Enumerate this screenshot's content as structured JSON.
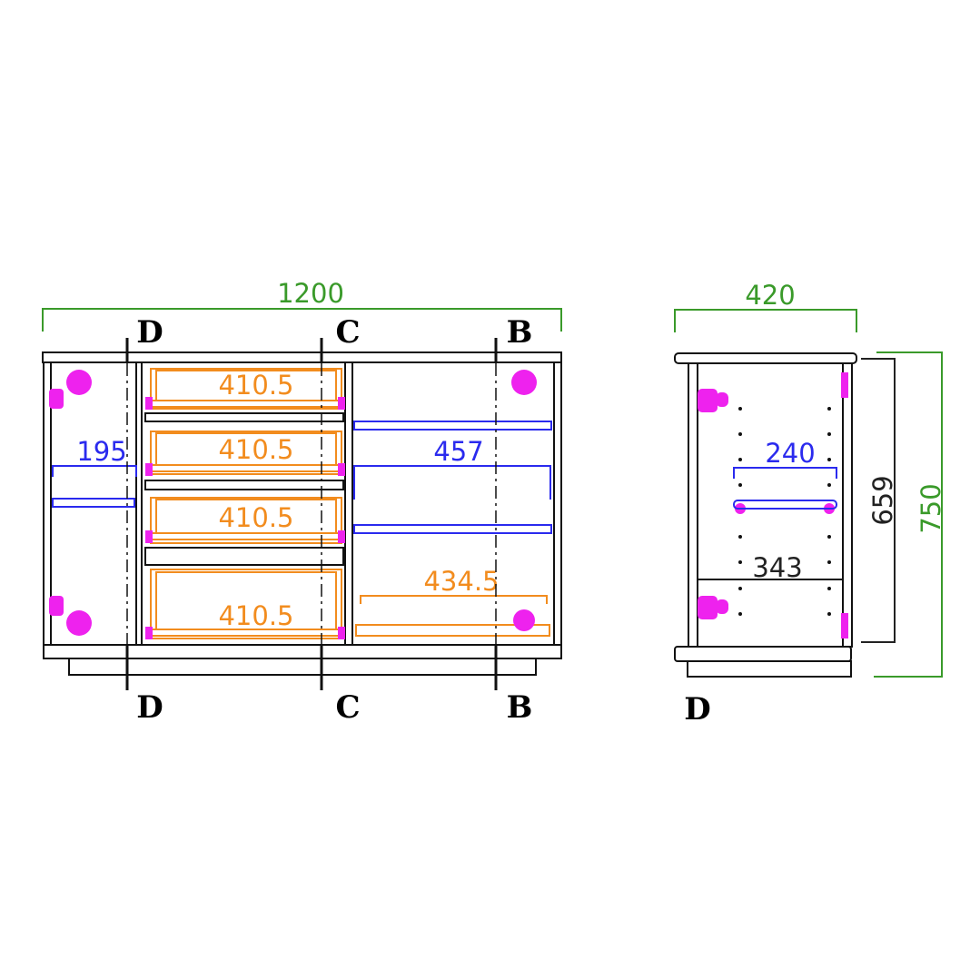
{
  "front_view": {
    "overall_width": "1200",
    "left_compartment_dim": "195",
    "right_compartment_dim": "457",
    "right_bottom_dim": "434.5",
    "drawers": [
      {
        "label": "410.5"
      },
      {
        "label": "410.5"
      },
      {
        "label": "410.5"
      },
      {
        "label": "410.5"
      }
    ],
    "section_labels_top": [
      "D",
      "C",
      "B"
    ],
    "section_labels_bottom": [
      "D",
      "C",
      "B"
    ]
  },
  "side_view": {
    "depth": "420",
    "shelf_dim": "240",
    "inner_dim": "343",
    "inner_height": "659",
    "overall_height": "750",
    "section_label": "D"
  },
  "colors": {
    "overall_dim": "#3a9a2a",
    "shelf_dim": "#2a2aee",
    "drawer_dim": "#f28c1e",
    "hardware": "#ee22ee",
    "carcass": "#111111"
  }
}
